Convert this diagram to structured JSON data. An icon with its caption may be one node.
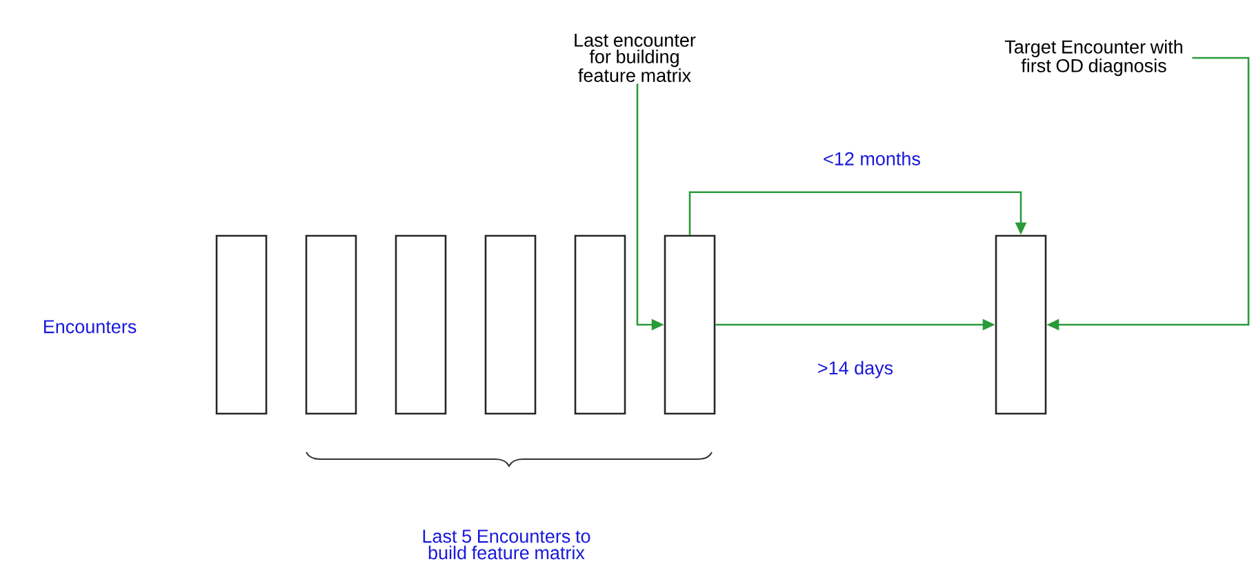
{
  "diagram": {
    "nodes": [
      {
        "text": [
          "Last encounter for building feature matrix"
        ]
      },
      {
        "text": [
          "Target Encounter with first OD diagnosis"
        ]
      },
      {
        "text": [],
        "shape": "box"
      },
      {
        "text": [],
        "shape": "box"
      },
      {
        "text": [],
        "shape": "box"
      },
      {
        "text": [],
        "shape": "box"
      },
      {
        "text": [],
        "shape": "box"
      },
      {
        "text": [],
        "shape": "box"
      },
      {
        "text": [],
        "shape": "box"
      }
    ],
    "edges": [
      {
        "from": 0,
        "to": 7,
        "arrow": "to"
      },
      {
        "from": 7,
        "to": 8,
        "arrow": "to",
        "label": "<12 months"
      },
      {
        "from": 7,
        "to": 8,
        "arrow": "to",
        "label": ">14 days"
      },
      {
        "from": 1,
        "to": 8,
        "arrow": "to"
      }
    ],
    "labels": [
      "Encounters",
      "Last 5 Encounters to build feature matrix"
    ]
  }
}
